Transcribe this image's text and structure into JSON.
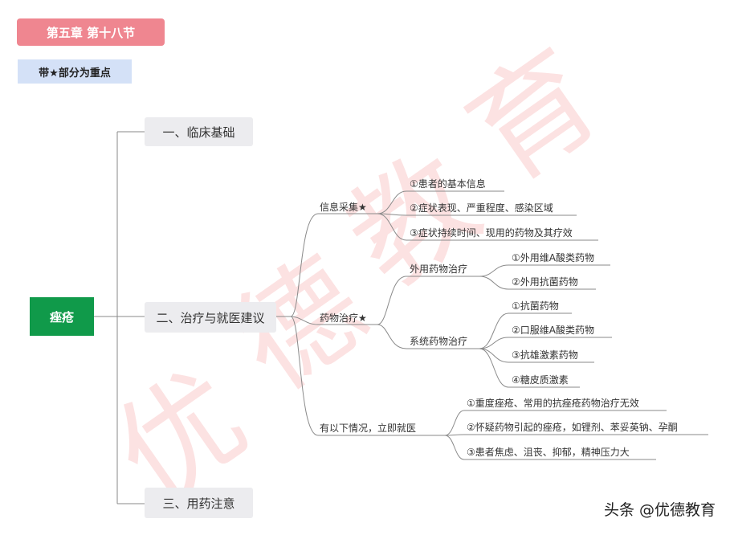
{
  "chapter_label": "第五章  第十八节",
  "key_note": "带★部分为重点",
  "root": "痤疮",
  "branches": {
    "b1": "一、临床基础",
    "b2": "二、治疗与就医建议",
    "b3": "三、用药注意"
  },
  "info": {
    "label": "信息采集★",
    "items": [
      "①患者的基本信息",
      "②症状表现、严重程度、感染区域",
      "③症状持续时间、现用的药物及其疗效"
    ]
  },
  "drug": {
    "label": "药物治疗★",
    "external": {
      "label": "外用药物治疗",
      "items": [
        "①外用维A酸类药物",
        "②外用抗菌药物"
      ]
    },
    "systemic": {
      "label": "系统药物治疗",
      "items": [
        "①抗菌药物",
        "②口服维A酸类药物",
        "③抗雄激素药物",
        "④糖皮质激素"
      ]
    }
  },
  "doctor": {
    "label": "有以下情况，立即就医",
    "items": [
      "①重度痤疮、常用的抗痤疮药物治疗无效",
      "②怀疑药物引起的痤疮，如锂剂、苯妥英钠、孕酮",
      "③患者焦虑、沮丧、抑郁，精神压力大"
    ]
  },
  "watermark": "优德教育",
  "credit": "头条 @优德教育",
  "colors": {
    "chapter": "#ef8690",
    "note": "#d4e1f7",
    "root": "#109a4a",
    "branch": "#ececef"
  }
}
